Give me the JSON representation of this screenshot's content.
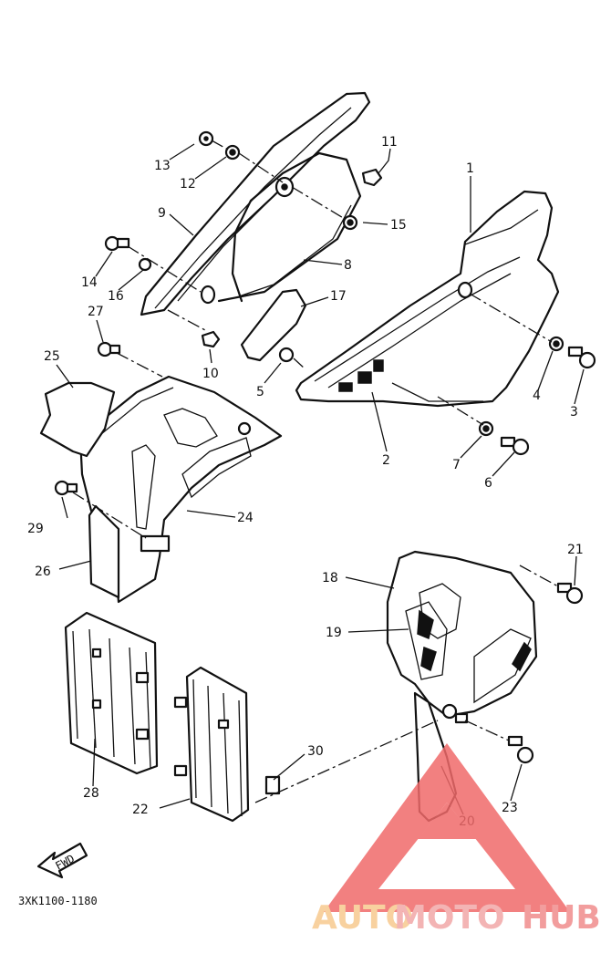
{
  "diagram": {
    "part_code": "3XK1100-1180",
    "fwd_label": "FWD",
    "callouts": {
      "c1": "1",
      "c2": "2",
      "c3": "3",
      "c4": "4",
      "c5": "5",
      "c6": "6",
      "c7": "7",
      "c8": "8",
      "c9": "9",
      "c10": "10",
      "c11": "11",
      "c12": "12",
      "c13": "13",
      "c14": "14",
      "c15": "15",
      "c16": "16",
      "c17": "17",
      "c18": "18",
      "c19": "19",
      "c20": "20",
      "c21": "21",
      "c22": "22",
      "c23": "23",
      "c24": "24",
      "c25": "25",
      "c26": "26",
      "c27": "27",
      "c28": "28",
      "c29": "29",
      "c30": "30"
    }
  },
  "watermark": {
    "word_auto": "AUTO",
    "word_moto": "MOTO",
    "word_hub": "HUB",
    "color_auto": "#f7c98f",
    "color_moto": "#f2a7a7",
    "color_hub": "#f08c8c",
    "triangle_color": "#f06a6a"
  }
}
